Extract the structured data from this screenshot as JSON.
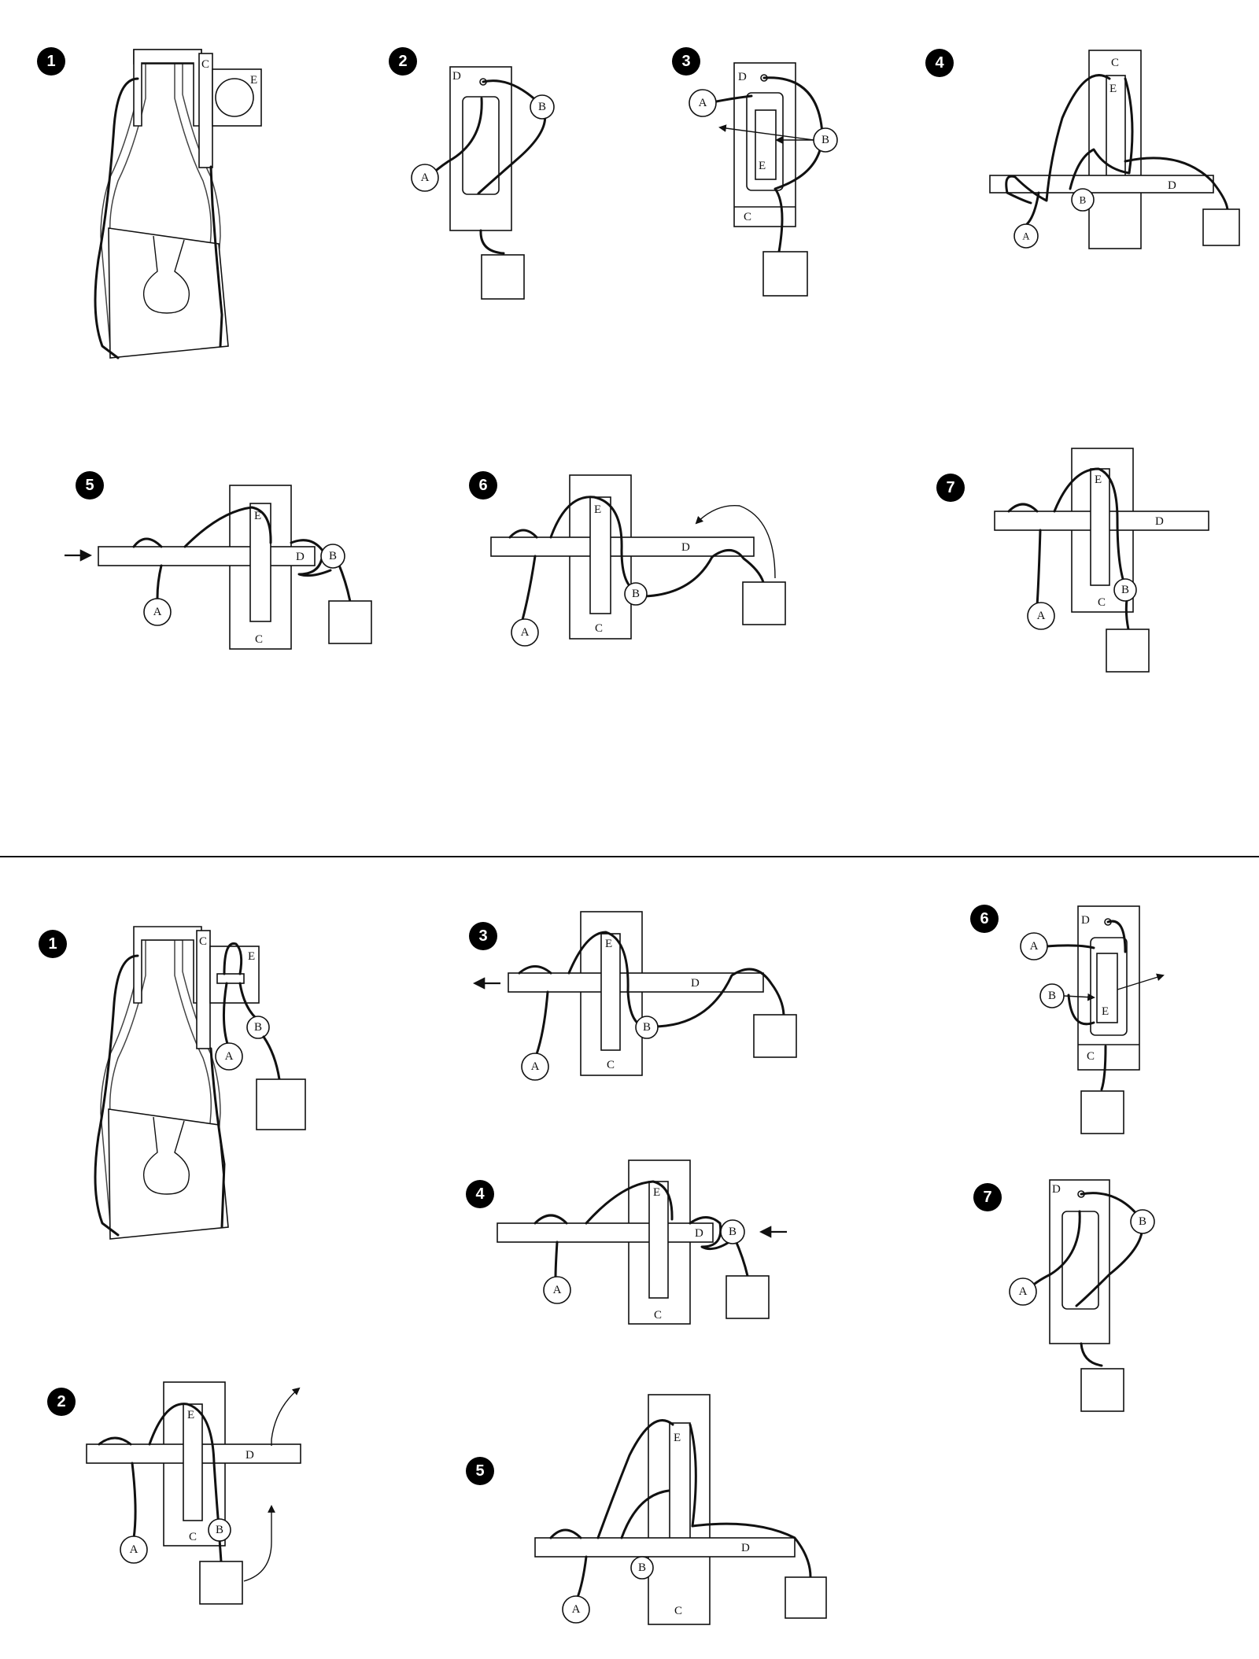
{
  "parts": {
    "c": "C",
    "d": "D",
    "e": "E",
    "a": "A",
    "b": "B"
  },
  "top_sequence": {
    "steps": [
      "1",
      "2",
      "3",
      "4",
      "5",
      "6",
      "7"
    ]
  },
  "bottom_sequence": {
    "steps": [
      "1",
      "2",
      "3",
      "4",
      "5",
      "6",
      "7"
    ]
  },
  "colors": {
    "ink": "#111111",
    "paper": "#ffffff"
  }
}
